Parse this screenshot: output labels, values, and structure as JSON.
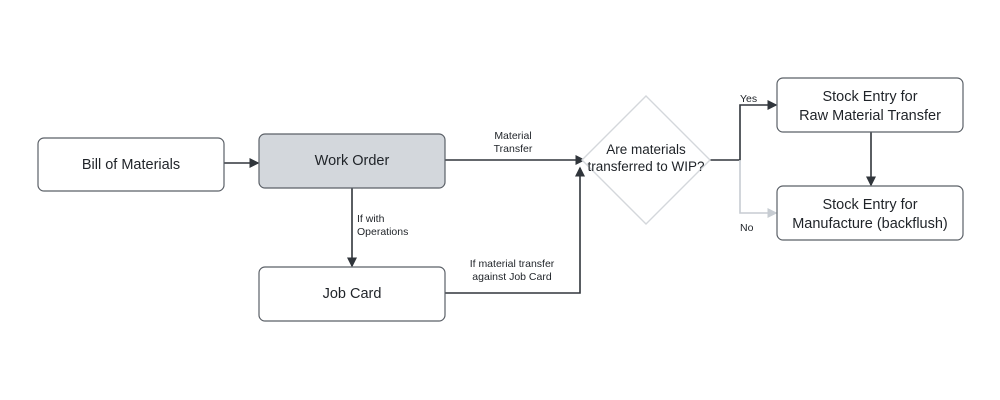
{
  "nodes": {
    "bom": {
      "label": "Bill of Materials"
    },
    "work_order": {
      "label": "Work Order"
    },
    "job_card": {
      "label": "Job Card"
    },
    "decision": {
      "line1": "Are materials",
      "line2": "transferred to WIP?"
    },
    "stock_raw": {
      "line1": "Stock Entry for",
      "line2": "Raw Material Transfer"
    },
    "stock_manufacture": {
      "line1": "Stock Entry for",
      "line2": "Manufacture (backflush)"
    }
  },
  "edges": {
    "material_transfer": {
      "line1": "Material",
      "line2": "Transfer"
    },
    "if_operations": {
      "line1": "If with",
      "line2": "Operations"
    },
    "job_card_transfer": {
      "line1": "If material transfer",
      "line2": "against Job Card"
    },
    "yes": "Yes",
    "no": "No"
  },
  "colors": {
    "node_border": "#5b6067",
    "highlight_fill": "#d3d7dc",
    "edge": "#30353b",
    "edge_muted": "#c7ccd2",
    "diamond_border": "#d4d7db",
    "text": "#1f2328"
  }
}
